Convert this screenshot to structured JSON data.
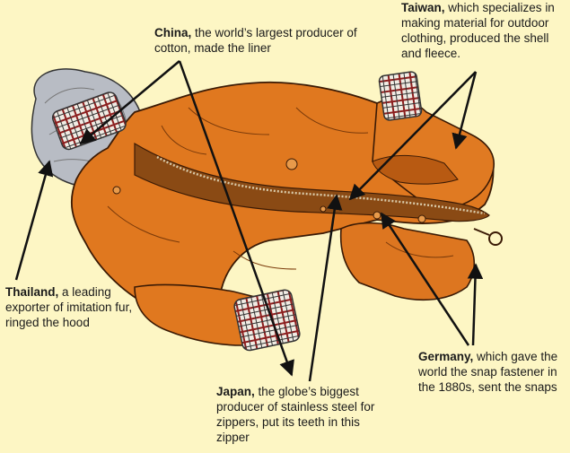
{
  "callouts": {
    "china": {
      "country": "China,",
      "text": " the world’s largest producer of cotton, made the liner"
    },
    "taiwan": {
      "country": "Taiwan,",
      "text": " which specializes in making material for outdoor clothing, produced the shell and fleece."
    },
    "thailand": {
      "country": "Thailand,",
      "text": " a leading exporter of imitation fur, ringed the hood"
    },
    "germany": {
      "country": "Germany,",
      "text": " which gave the world the snap fastener in the 1880s, sent the snaps"
    },
    "japan": {
      "country": "Japan,",
      "text": " the globe’s biggest producer of stainless steel for zippers, put its teeth in this zipper"
    }
  },
  "colors": {
    "background": "#fdf6c4",
    "jacket": "#e0781f",
    "jacket_dark": "#b85a12",
    "lining": "#8a4a14",
    "fur": "#b8bcc4",
    "cuff": "#f0ece4",
    "plaid": "#8c1e1e"
  }
}
